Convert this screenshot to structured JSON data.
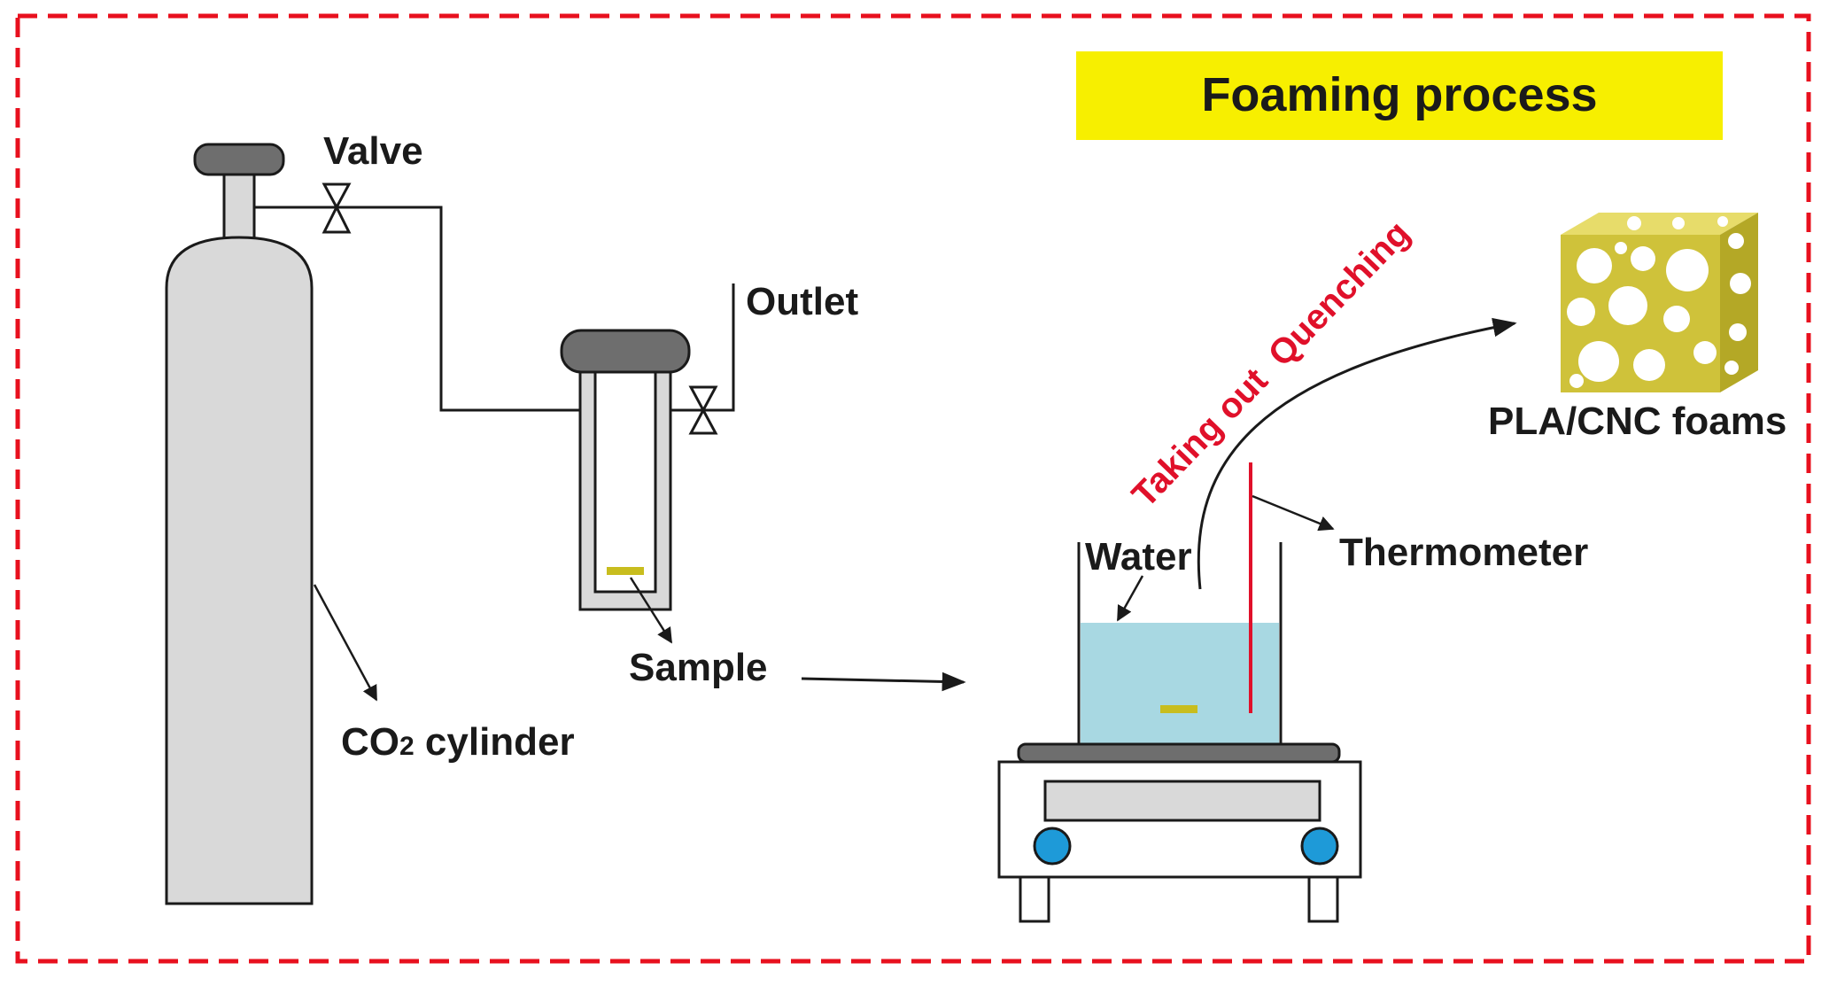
{
  "title": "Foaming process",
  "labels": {
    "valve": "Valve",
    "outlet": "Outlet",
    "co2_main": "CO",
    "co2_sub": "2",
    "co2_rest": " cylinder",
    "sample": "Sample",
    "water": "Water",
    "thermometer": "Thermometer",
    "taking_out": "Taking out",
    "quenching": "Quenching",
    "foams": "PLA/CNC foams"
  },
  "colors": {
    "frame": "#e8101e",
    "title_bg": "#f7ef00",
    "cylinder_fill": "#d9d9d9",
    "cap_fill": "#6e6e6e",
    "water_fill": "#a8d8e2",
    "sample": "#c8bd1e",
    "thermometer": "#e0102a",
    "knob": "#1e9ad8",
    "foam_front": "#cfc23a",
    "foam_top": "#e7dc6a",
    "foam_side": "#b4a826",
    "red_text": "#e0102a"
  }
}
